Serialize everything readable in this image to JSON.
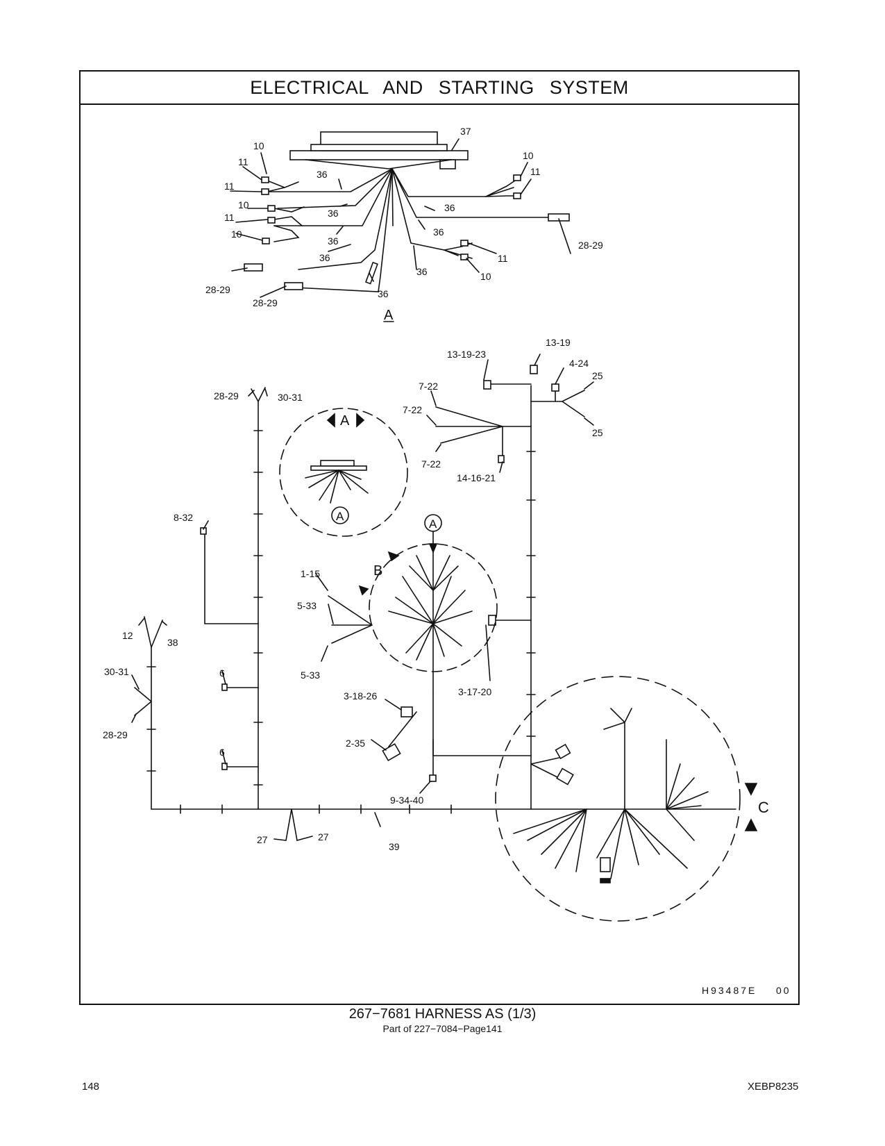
{
  "header": {
    "title": "ELECTRICAL AND STARTING SYSTEM"
  },
  "drawing": {
    "code": "H93487E",
    "revision": "00",
    "views": {
      "detail_a_label": "A",
      "inset_a_label": "A",
      "inset_a_ref": "A",
      "callout_ref": "A",
      "view_b_label": "B",
      "view_c_label": "C"
    },
    "detail_callouts": [
      "37",
      "10",
      "11",
      "11",
      "10",
      "11",
      "10",
      "36",
      "36",
      "36",
      "36",
      "36",
      "28-29",
      "28-29",
      "10",
      "11",
      "36",
      "36",
      "28-29",
      "36",
      "11",
      "10"
    ],
    "main_callouts": [
      "13-19-23",
      "13-19",
      "4-24",
      "25",
      "25",
      "7-22",
      "7-22",
      "7-22",
      "14-16-21",
      "28-29",
      "30-31",
      "8-32",
      "1-15",
      "5-33",
      "5-33",
      "3-17-20",
      "3-18-26",
      "2-35",
      "9-34-40",
      "12",
      "38",
      "30-31",
      "28-29",
      "6",
      "6",
      "27",
      "27",
      "39"
    ]
  },
  "footer": {
    "caption": "267−7681  HARNESS AS (1/3)",
    "subcaption": "Part of 227−7084−Page141",
    "page_number": "148",
    "doc_id": "XEBP8235"
  }
}
